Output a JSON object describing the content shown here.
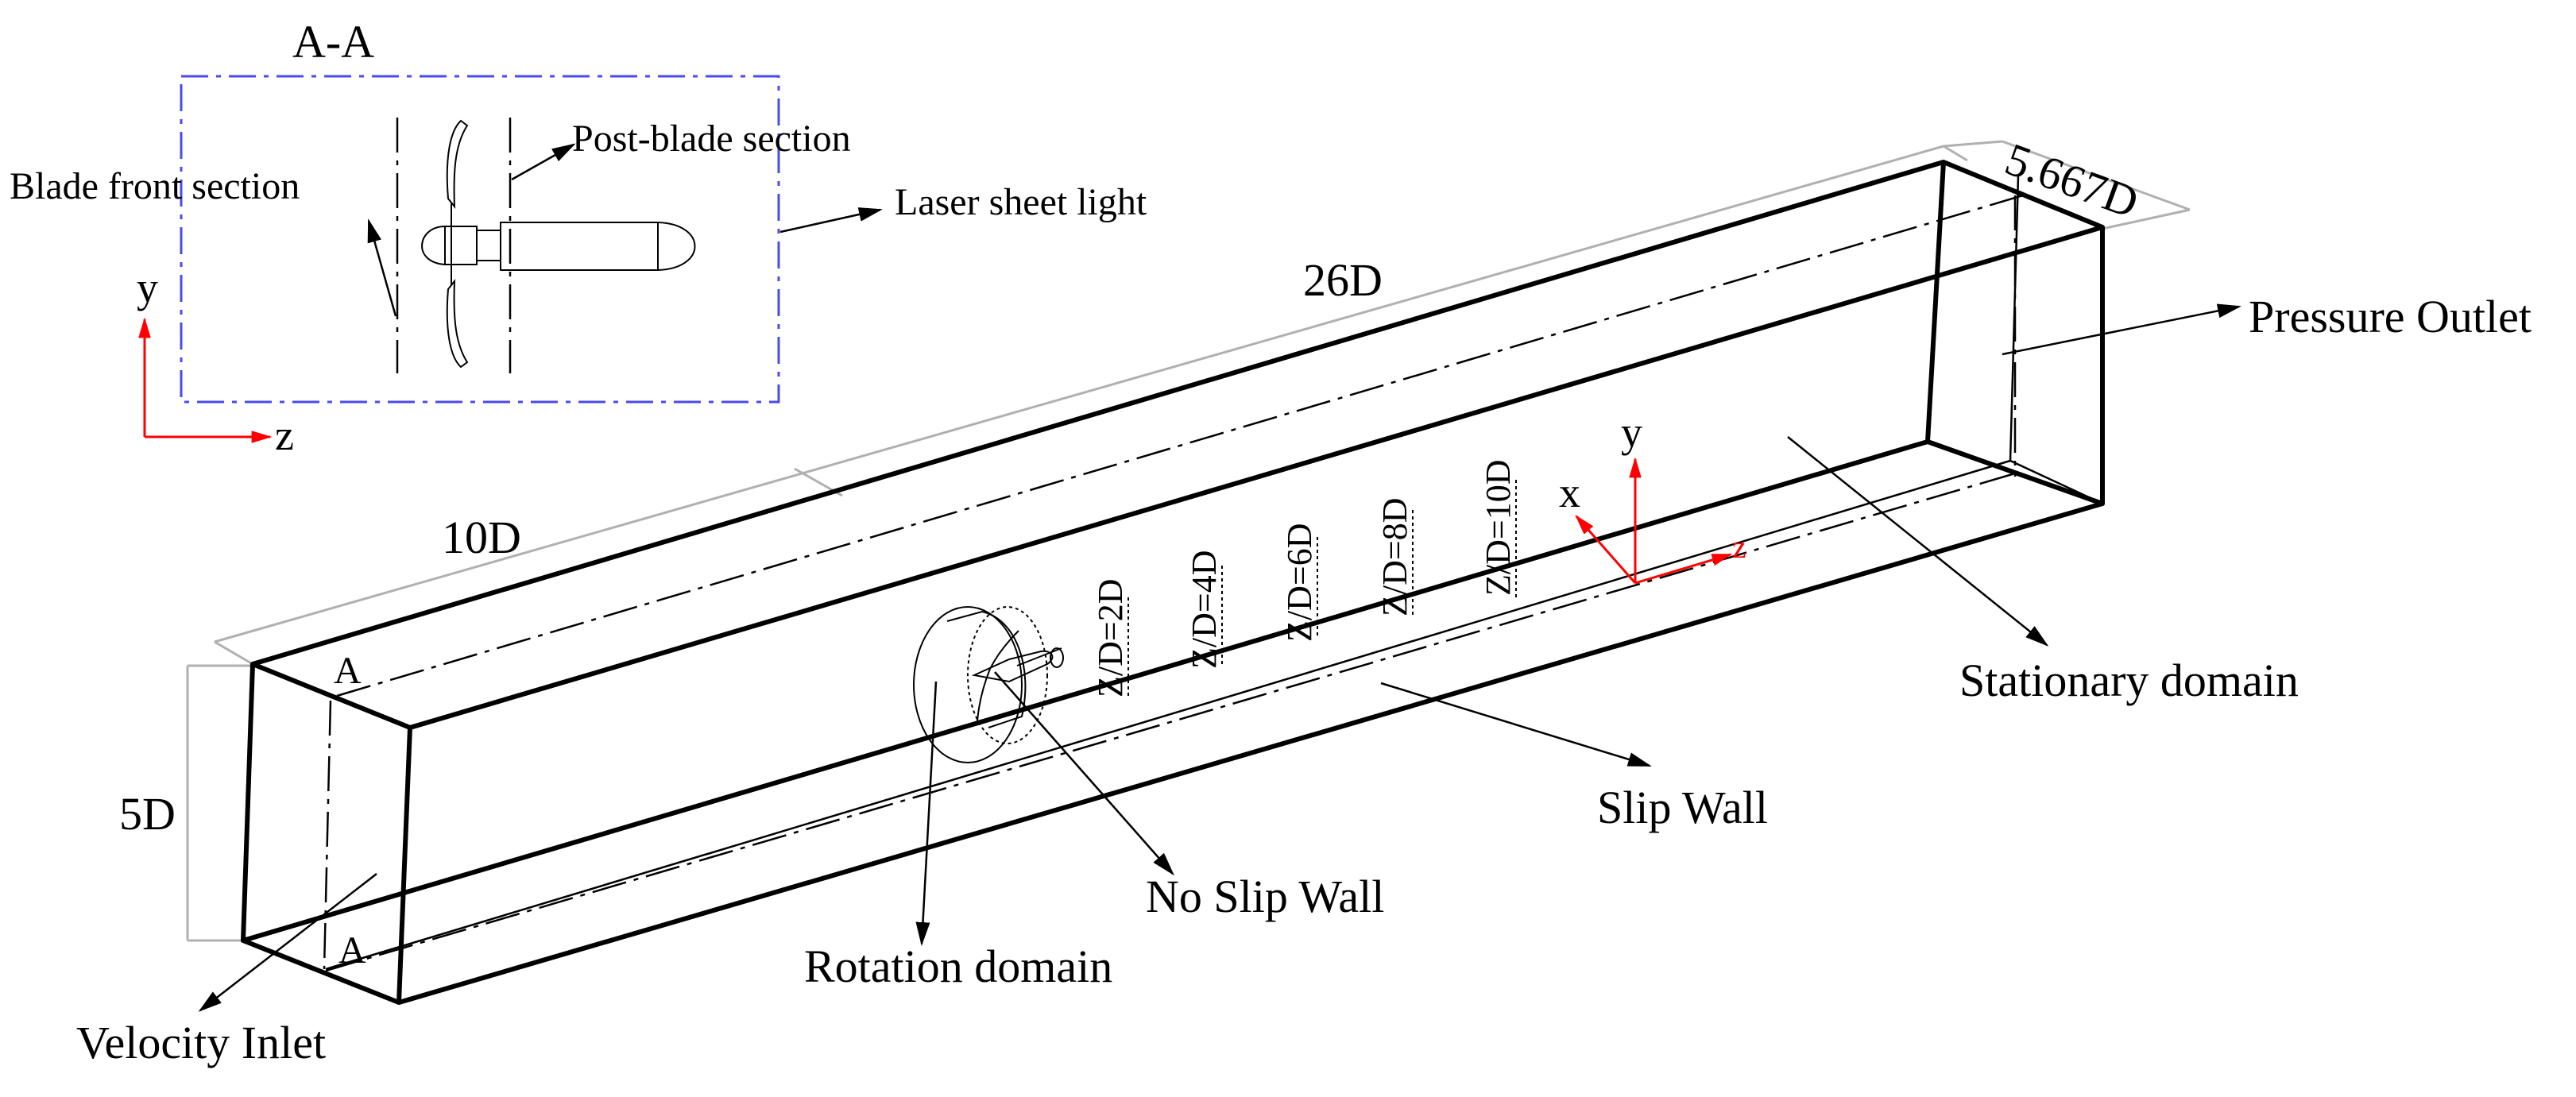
{
  "section": {
    "title": "A-A",
    "blade_front_label": "Blade front section",
    "post_blade_label": "Post-blade section",
    "laser_label": "Laser sheet light",
    "axis_y": "y",
    "axis_z": "z",
    "border_color": "#4a4af0"
  },
  "dimensions": {
    "length": "26D",
    "width": "5.667D",
    "upstream": "10D",
    "height": "5D"
  },
  "stations": [
    "Z/D=2D",
    "Z/D=4D",
    "Z/D=6D",
    "Z/D=8D",
    "Z/D=10D"
  ],
  "section_markers": [
    "A",
    "A"
  ],
  "coords": {
    "x": "x",
    "y": "y",
    "z": "z",
    "color": "#ff0000"
  },
  "boundaries": {
    "pressure_outlet": "Pressure Outlet",
    "stationary_domain": "Stationary domain",
    "slip_wall": "Slip Wall",
    "no_slip_wall": "No Slip Wall",
    "rotation_domain": "Rotation domain",
    "velocity_inlet": "Velocity Inlet"
  }
}
